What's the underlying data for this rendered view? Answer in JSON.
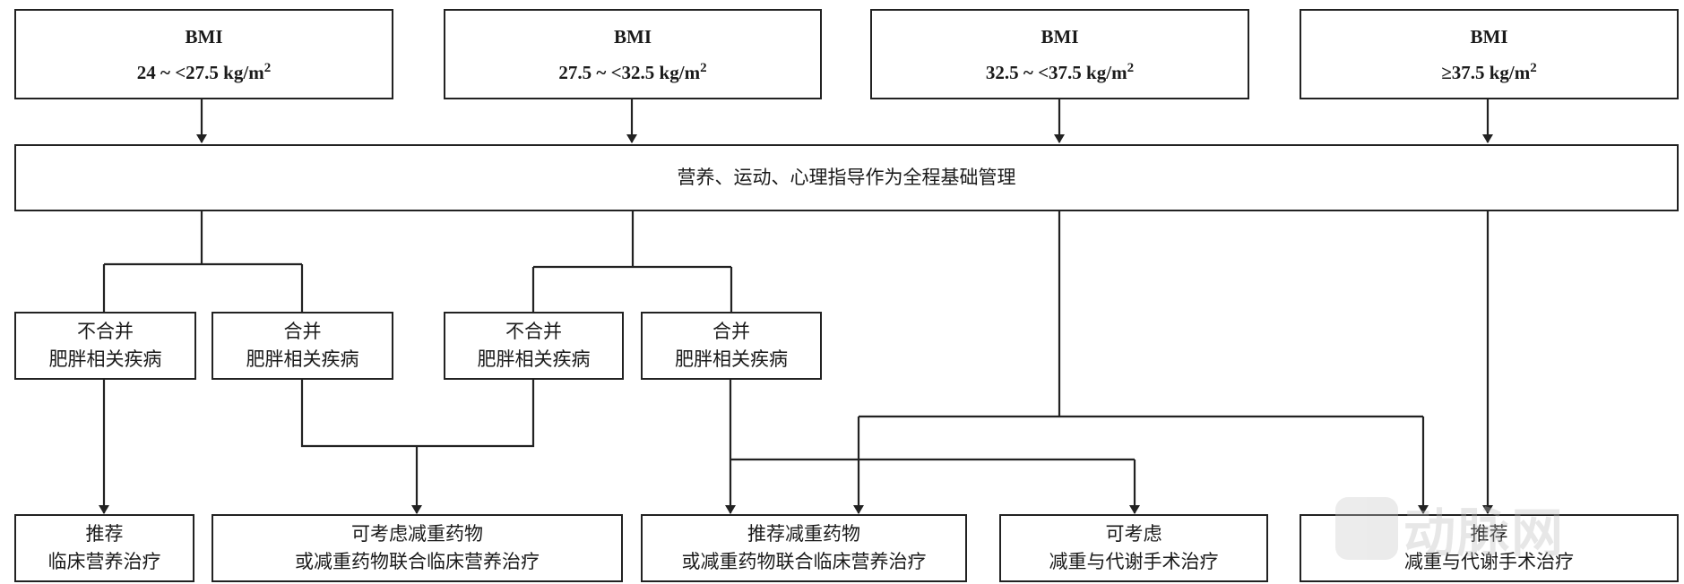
{
  "bmi_boxes": [
    {
      "label": "BMI",
      "range": "24 ~ <27.5 kg/m",
      "sup": "2"
    },
    {
      "label": "BMI",
      "range": "27.5 ~ <32.5 kg/m",
      "sup": "2"
    },
    {
      "label": "BMI",
      "range": "32.5 ~ <37.5 kg/m",
      "sup": "2"
    },
    {
      "label": "BMI",
      "range": "≥37.5 kg/m",
      "sup": "2"
    }
  ],
  "base_management": "营养、运动、心理指导作为全程基础管理",
  "comorbidity_boxes": [
    {
      "line1": "不合并",
      "line2": "肥胖相关疾病"
    },
    {
      "line1": "合并",
      "line2": "肥胖相关疾病"
    },
    {
      "line1": "不合并",
      "line2": "肥胖相关疾病"
    },
    {
      "line1": "合并",
      "line2": "肥胖相关疾病"
    }
  ],
  "treatment_boxes": [
    {
      "line1": "推荐",
      "line2": "临床营养治疗"
    },
    {
      "line1": "可考虑减重药物",
      "line2": "或减重药物联合临床营养治疗"
    },
    {
      "line1": "推荐减重药物",
      "line2": "或减重药物联合临床营养治疗"
    },
    {
      "line1": "可考虑",
      "line2": "减重与代谢手术治疗"
    },
    {
      "line1": "推荐",
      "line2": "减重与代谢手术治疗"
    }
  ],
  "watermark": "动脉网",
  "colors": {
    "line": "#222222",
    "background": "#ffffff"
  }
}
